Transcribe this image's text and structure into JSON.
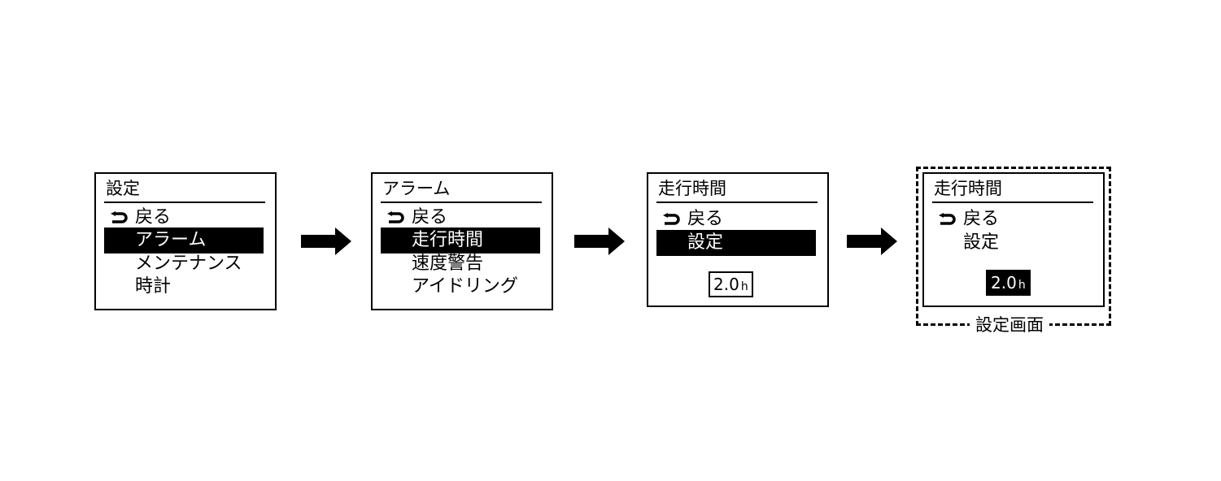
{
  "screens": [
    {
      "title": "設定",
      "back_label": "戻る",
      "items": [
        "アラーム",
        "メンテナンス",
        "時計"
      ]
    },
    {
      "title": "アラーム",
      "back_label": "戻る",
      "items": [
        "走行時間",
        "速度警告",
        "アイドリング"
      ]
    },
    {
      "title": "走行時間",
      "back_label": "戻る",
      "items": [
        "設定"
      ],
      "value": "2.0",
      "unit": "h"
    },
    {
      "title": "走行時間",
      "back_label": "戻る",
      "items": [
        "設定"
      ],
      "value": "2.0",
      "unit": "h"
    }
  ],
  "selection": {
    "screen1": "アラーム",
    "screen2": "走行時間",
    "screen3": "設定",
    "screen4_value_highlighted": true
  },
  "caption": "設定画面",
  "icons": [
    "back-arrow-icon",
    "right-arrow-icon"
  ],
  "colors": {
    "foreground": "#000000",
    "background": "#ffffff"
  }
}
